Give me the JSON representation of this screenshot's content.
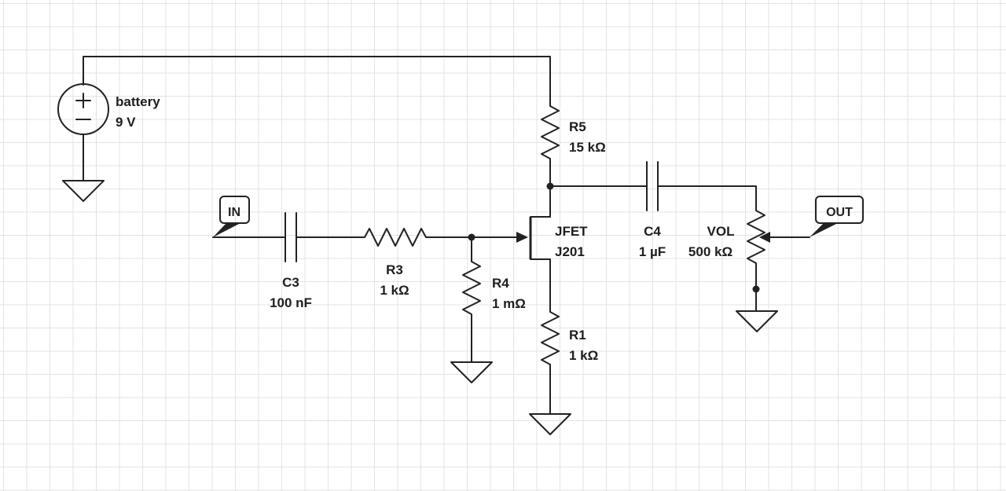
{
  "diagram": {
    "colors": {
      "background": "#ffffff",
      "grid": "#e3e3e3",
      "ink": "#222222"
    },
    "ports": {
      "in": "IN",
      "out": "OUT"
    },
    "components": {
      "battery": {
        "name": "battery",
        "value": "9 V"
      },
      "c3": {
        "name": "C3",
        "value": "100 nF"
      },
      "r3": {
        "name": "R3",
        "value": "1 kΩ"
      },
      "r4": {
        "name": "R4",
        "value": "1 mΩ"
      },
      "jfet": {
        "name": "JFET",
        "value": "J201"
      },
      "r5": {
        "name": "R5",
        "value": "15 kΩ"
      },
      "r1": {
        "name": "R1",
        "value": "1 kΩ"
      },
      "c4": {
        "name": "C4",
        "value": "1 µF"
      },
      "vol": {
        "name": "VOL",
        "value": "500 kΩ"
      }
    }
  }
}
